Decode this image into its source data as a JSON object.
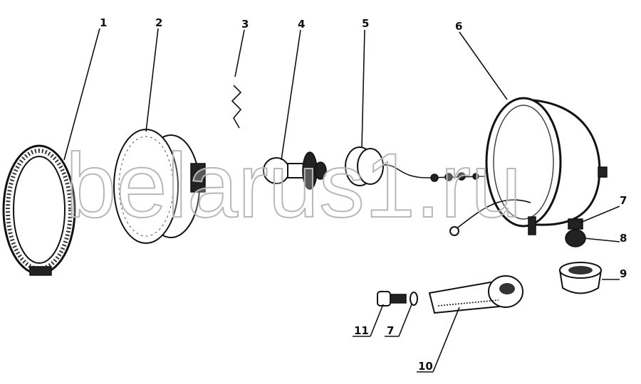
{
  "diagram": {
    "labels": {
      "rim": "1",
      "optical_element": "2",
      "spring_clip": "3",
      "bulb": "4",
      "socket": "5",
      "housing": "6",
      "washer_upper": "7",
      "stud": "8",
      "nut": "9",
      "bracket": "10",
      "bolt": "11",
      "washer_lower": "7"
    },
    "watermark": "belarus1.ru"
  }
}
